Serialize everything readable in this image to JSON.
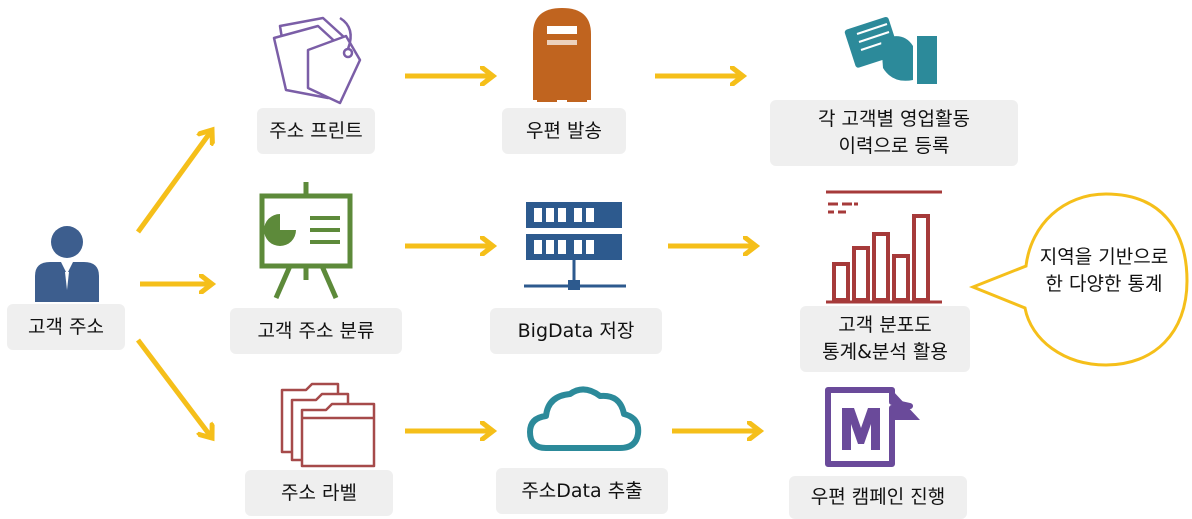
{
  "nodes": {
    "customer_address": "고객 주소",
    "address_print": "주소 프린트",
    "postal_dispatch": "우편 발송",
    "register_line1": "각 고객별 영업활동",
    "register_line2": "이력으로 등록",
    "address_classify": "고객 주소 분류",
    "bigdata_store": "BigData 저장",
    "distribution_line1": "고객 분포도",
    "distribution_line2": "통계&분석 활용",
    "address_label": "주소 라벨",
    "data_extract": "주소Data 추출",
    "campaign": "우편 캠페인 진행"
  },
  "bubble": {
    "line1": "지역을 기반으로",
    "line2": "한 다양한 통계"
  },
  "colors": {
    "arrow": "#f5bf1a",
    "user_icon": "#3d5e8e",
    "tag_icon": "#7b5ea7",
    "mailbox_icon": "#c0641f",
    "hand_icon": "#2c8a9a",
    "board_icon": "#5d8a3a",
    "server_icon": "#2d5a8e",
    "chart_icon": "#a63a3a",
    "folder_icon": "#a64a4a",
    "cloud_icon": "#2c8a9a",
    "m_icon": "#6a4a9a"
  }
}
